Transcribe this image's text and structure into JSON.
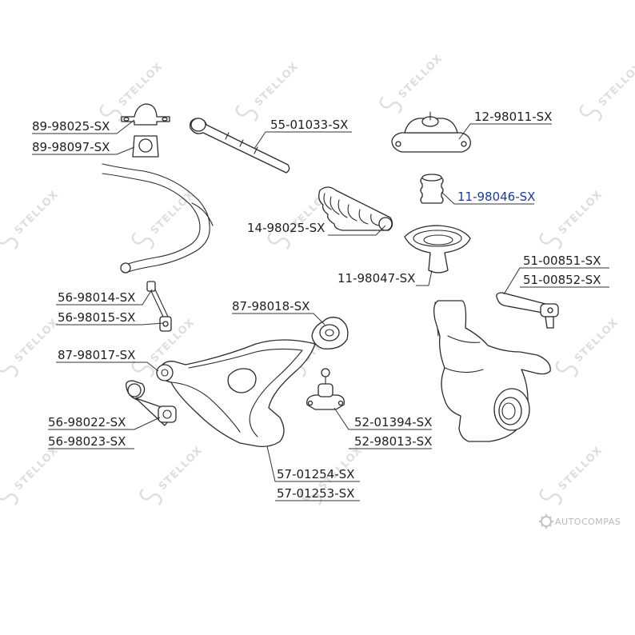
{
  "diagram": {
    "parts": [
      {
        "id": "sway-bar-bushing-1",
        "code": "89-98025-SX"
      },
      {
        "id": "sway-bar-bushing-2",
        "code": "89-98097-SX"
      },
      {
        "id": "tie-rod",
        "code": "55-01033-SX"
      },
      {
        "id": "strut-mount",
        "code": "12-98011-SX"
      },
      {
        "id": "bump-stop",
        "code": "11-98046-SX",
        "highlight": true
      },
      {
        "id": "steering-boot",
        "code": "14-98025-SX"
      },
      {
        "id": "spring-seat",
        "code": "11-98047-SX"
      },
      {
        "id": "tie-rod-end-1",
        "code": "51-00851-SX"
      },
      {
        "id": "tie-rod-end-2",
        "code": "51-00852-SX"
      },
      {
        "id": "stabilizer-link-1",
        "code": "56-98014-SX"
      },
      {
        "id": "stabilizer-link-2",
        "code": "56-98015-SX"
      },
      {
        "id": "control-arm-bushing-rear",
        "code": "87-98018-SX"
      },
      {
        "id": "control-arm-bushing-front",
        "code": "87-98017-SX"
      },
      {
        "id": "ball-joint-1",
        "code": "52-01394-SX"
      },
      {
        "id": "ball-joint-2",
        "code": "52-98013-SX"
      },
      {
        "id": "link-1",
        "code": "56-98022-SX"
      },
      {
        "id": "link-2",
        "code": "56-98023-SX"
      },
      {
        "id": "control-arm-1",
        "code": "57-01254-SX"
      },
      {
        "id": "control-arm-2",
        "code": "57-01253-SX"
      }
    ],
    "watermark": "STELLOX",
    "corner_brand": "AUTOCOMPAS",
    "colors": {
      "label": "#1e1e1e",
      "highlight": "#1f3b8c",
      "watermark": "#dedede",
      "line": "#2a2a2a"
    }
  }
}
